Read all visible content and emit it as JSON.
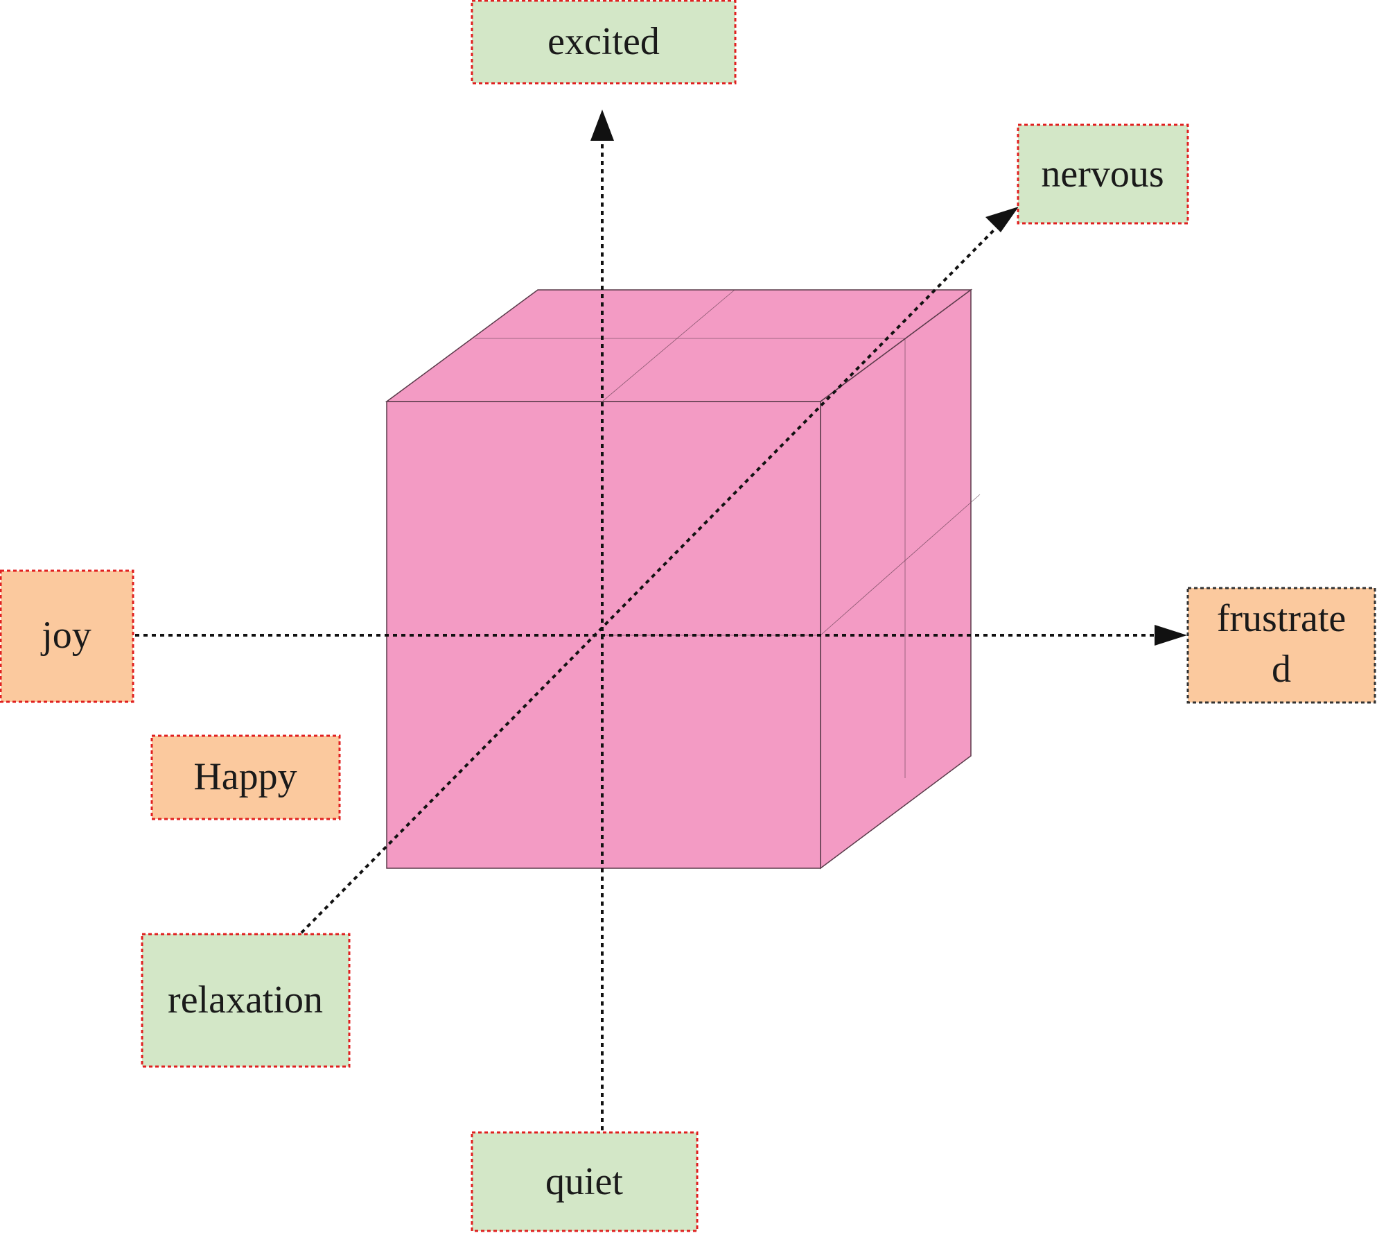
{
  "colors": {
    "cube_face": "#f39bc4",
    "cube_edge": "#5a3a4a",
    "green_box": "#d3e7c7",
    "orange_box": "#fbc99e",
    "box_border_red": "#e02020",
    "box_border_dark": "#333333",
    "axis": "#111111"
  },
  "labels": {
    "excited": "excited",
    "nervous": "nervous",
    "joy": "joy",
    "frustrated_line1": "frustrate",
    "frustrated_line2": "d",
    "happy": "Happy",
    "relaxation": "relaxation",
    "quiet": "quiet"
  }
}
